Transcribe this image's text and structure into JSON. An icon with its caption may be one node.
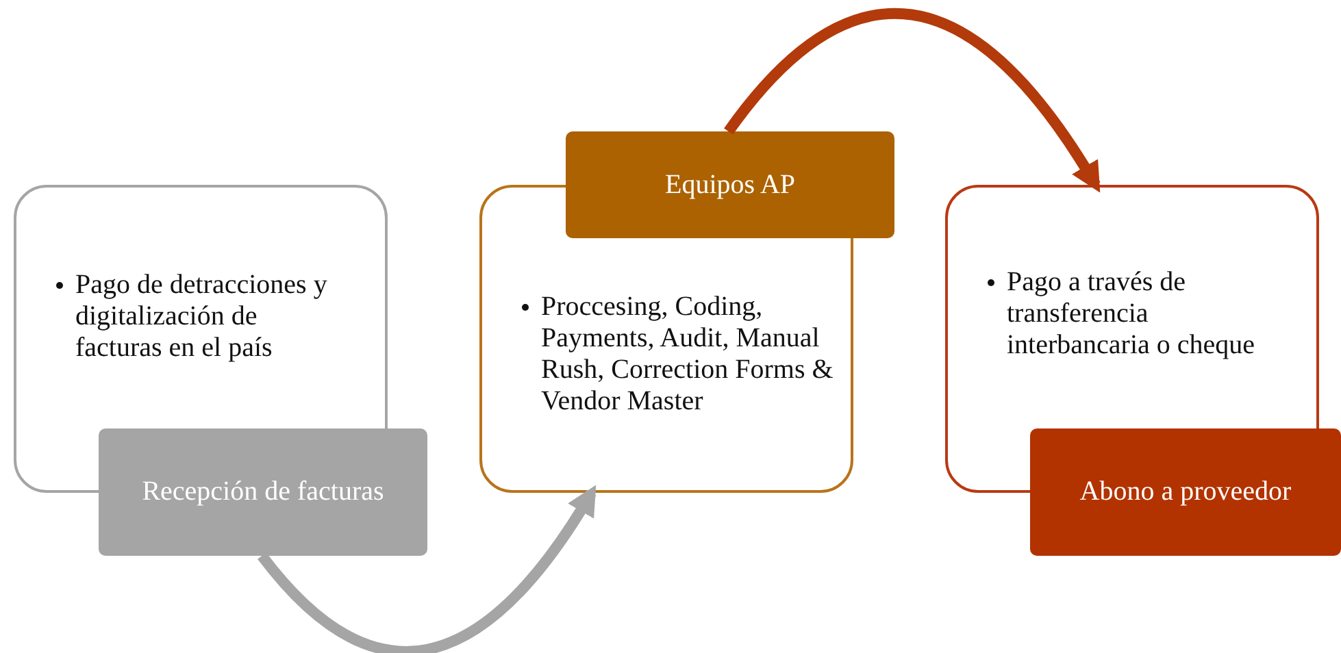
{
  "diagram": {
    "nodes": [
      {
        "text": [
          "Pago de detracciones y digitalización de facturas en el país",
          "Recepción de facturas"
        ]
      },
      {
        "text": [
          "Equipos AP",
          "Proccesing, Coding, Payments, Audit, Manual Rush, Correction Forms & Vendor Master"
        ]
      },
      {
        "text": [
          "Pago a través de transferencia interbancaria o cheque",
          "Abono a proveedor"
        ]
      }
    ],
    "edges": [
      {
        "from": 0,
        "to": 1,
        "arrow": "to",
        "color": "#a5a5a5"
      },
      {
        "from": 1,
        "to": 2,
        "arrow": "to",
        "color": "#b33a0b"
      }
    ]
  }
}
